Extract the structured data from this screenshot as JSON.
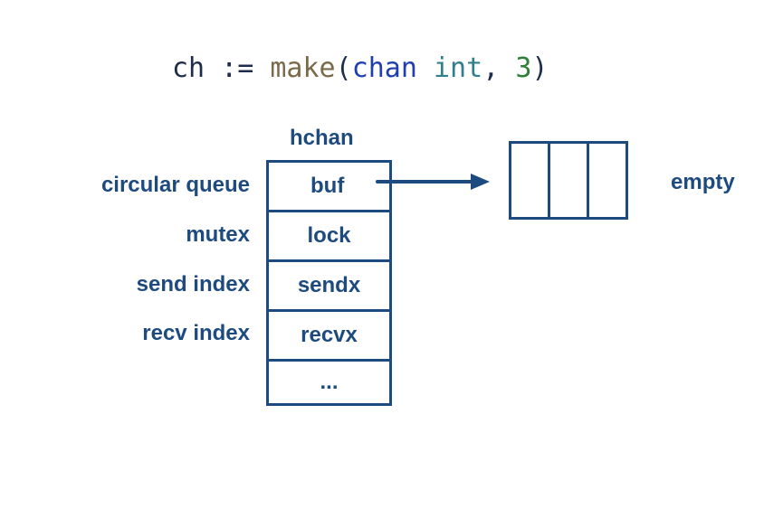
{
  "code": {
    "ch": "ch",
    "assign": " := ",
    "make": "make",
    "open_paren": "(",
    "chan": "chan",
    "space": " ",
    "int": "int",
    "comma": ", ",
    "three": "3",
    "close_paren": ")"
  },
  "struct": {
    "title": "hchan",
    "fields": [
      {
        "name": "buf",
        "description": "circular queue"
      },
      {
        "name": "lock",
        "description": "mutex"
      },
      {
        "name": "sendx",
        "description": "send index"
      },
      {
        "name": "recvx",
        "description": "recv index"
      },
      {
        "name": "...",
        "description": ""
      }
    ]
  },
  "buffer": {
    "slots": 3,
    "status": "empty"
  },
  "colors": {
    "primary": "#1e4b7f"
  }
}
